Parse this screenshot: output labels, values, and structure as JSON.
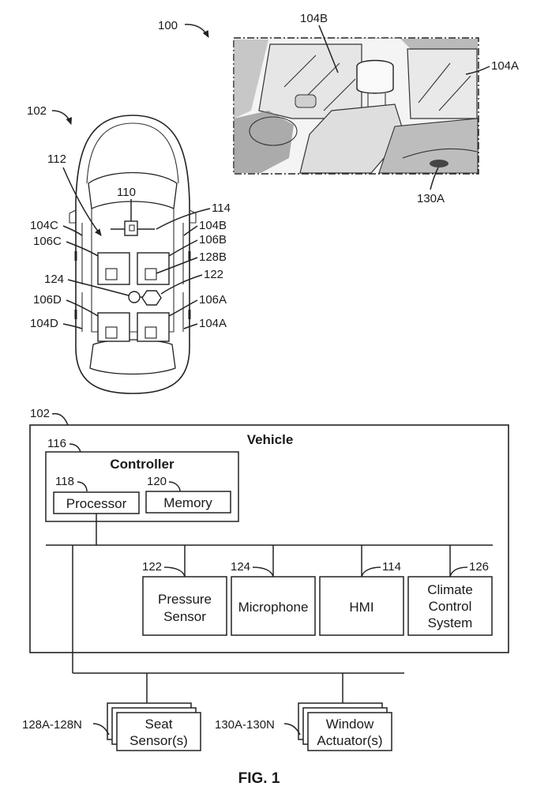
{
  "figure": {
    "caption": "FIG. 1",
    "ref_system": "100"
  },
  "car_top_view": {
    "ref_vehicle": "102",
    "ref_cabin": "112",
    "ref_processor_unit": "110",
    "ref_hmi": "114",
    "ref_microphone": "124",
    "ref_pressure_sensor": "122",
    "ref_window_front_left": "104C",
    "ref_window_front_right": "104B",
    "ref_seat_front_left": "106C",
    "ref_seat_front_right": "106B",
    "ref_seat_sensor": "128B",
    "ref_seat_rear_left": "106D",
    "ref_seat_rear_right": "106A",
    "ref_window_rear_left": "104D",
    "ref_window_rear_right": "104A"
  },
  "interior_photo": {
    "ref_window_front": "104B",
    "ref_window_rear": "104A",
    "ref_actuator": "130A"
  },
  "block_diagram": {
    "ref_vehicle": "102",
    "vehicle_title": "Vehicle",
    "controller": {
      "ref": "116",
      "title": "Controller"
    },
    "processor": {
      "ref": "118",
      "label": "Processor"
    },
    "memory": {
      "ref": "120",
      "label": "Memory"
    },
    "pressure_sensor": {
      "ref": "122",
      "line1": "Pressure",
      "line2": "Sensor"
    },
    "microphone": {
      "ref": "124",
      "label": "Microphone"
    },
    "hmi": {
      "ref": "114",
      "label": "HMI"
    },
    "climate": {
      "ref": "126",
      "line1": "Climate",
      "line2": "Control",
      "line3": "System"
    },
    "seat_sensors": {
      "ref": "128A-128N",
      "line1": "Seat",
      "line2": "Sensor(s)"
    },
    "window_actuators": {
      "ref": "130A-130N",
      "line1": "Window",
      "line2": "Actuator(s)"
    }
  }
}
